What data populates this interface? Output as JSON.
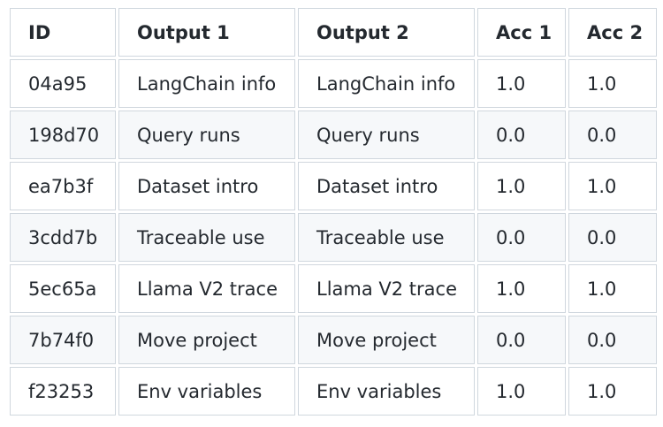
{
  "table": {
    "headers": [
      "ID",
      "Output 1",
      "Output 2",
      "Acc 1",
      "Acc 2"
    ],
    "rows": [
      [
        "04a95",
        "LangChain info",
        "LangChain info",
        "1.0",
        "1.0"
      ],
      [
        "198d70",
        "Query runs",
        "Query runs",
        "0.0",
        "0.0"
      ],
      [
        "ea7b3f",
        "Dataset intro",
        "Dataset intro",
        "1.0",
        "1.0"
      ],
      [
        "3cdd7b",
        "Traceable use",
        "Traceable use",
        "0.0",
        "0.0"
      ],
      [
        "5ec65a",
        "Llama V2 trace",
        "Llama V2 trace",
        "1.0",
        "1.0"
      ],
      [
        "7b74f0",
        "Move project",
        "Move project",
        "0.0",
        "0.0"
      ],
      [
        "f23253",
        "Env variables",
        "Env variables",
        "1.0",
        "1.0"
      ]
    ]
  },
  "colors": {
    "border": "#d0d7de",
    "stripe": "#f6f8fa",
    "text": "#24292f"
  }
}
